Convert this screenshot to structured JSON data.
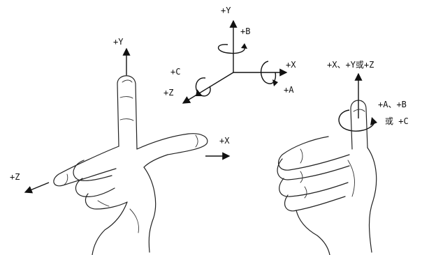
{
  "caption": "",
  "axes": {
    "y": "+Y",
    "b": "+B",
    "x": "+X",
    "a": "+A",
    "c": "+C",
    "z": "+Z"
  },
  "left_hand": {
    "y": "+Y",
    "x": "+X",
    "z": "+Z"
  },
  "right_hand": {
    "axis_label": "+X、+Y或+Z",
    "rot_label_1": "+A、+B",
    "rot_label_2": "或 +C"
  }
}
